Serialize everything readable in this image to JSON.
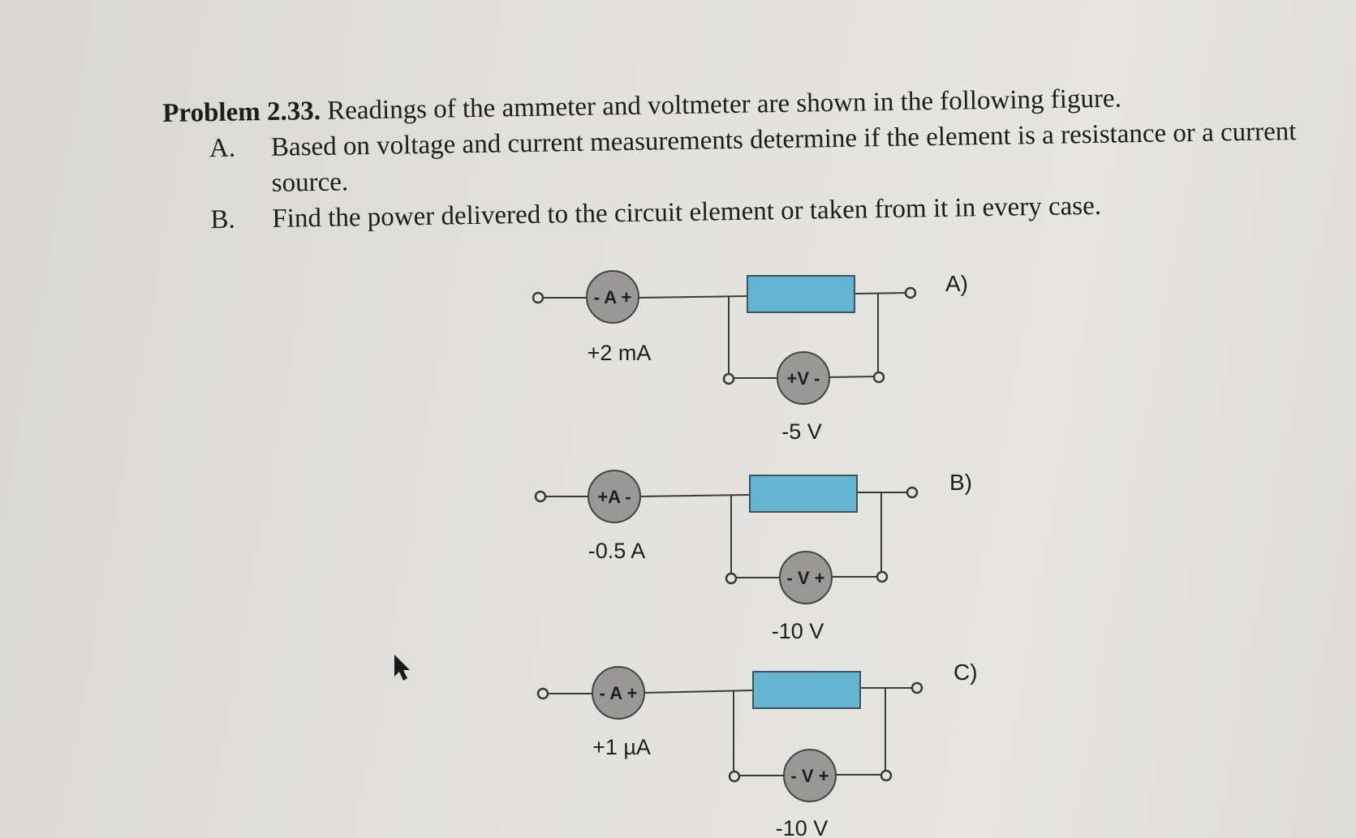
{
  "problem": {
    "number": "Problem 2.33.",
    "intro": "Readings of the ammeter and voltmeter are shown in the following figure.",
    "items": [
      {
        "letter": "A.",
        "text": "Based on voltage and current measurements determine if the element is a resistance or a current source."
      },
      {
        "letter": "B.",
        "text": "Find the power delivered to the circuit element or taken from it in every case."
      }
    ]
  },
  "circuits": [
    {
      "label": "A)",
      "ammeter_symbol": "- A +",
      "current_reading": "+2 mA",
      "voltmeter_symbol": "+V -",
      "voltage_reading": "-5 V"
    },
    {
      "label": "B)",
      "ammeter_symbol": "+A -",
      "current_reading": "-0.5 A",
      "voltmeter_symbol": "- V +",
      "voltage_reading": "-10 V"
    },
    {
      "label": "C)",
      "ammeter_symbol": "- A +",
      "current_reading": "+1 µA",
      "voltmeter_symbol": "- V +",
      "voltage_reading": "-10 V"
    }
  ],
  "colors": {
    "element_fill": "#66b4d1",
    "meter_fill": "#9a9896",
    "wire": "#3a3a3a"
  }
}
